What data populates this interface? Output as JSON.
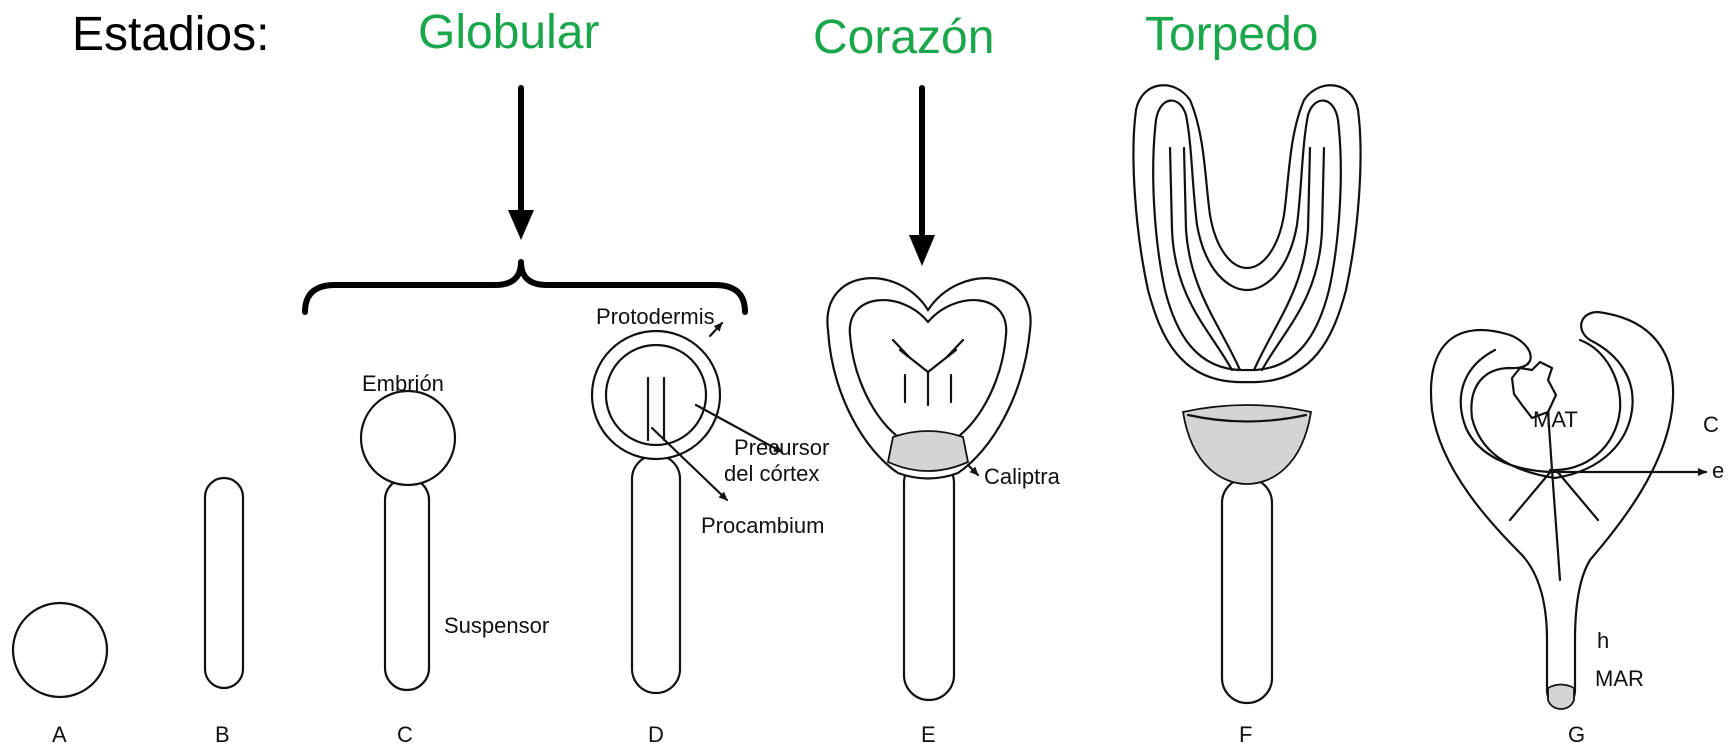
{
  "header": {
    "prefix": "Estadios:",
    "stages": [
      "Globular",
      "Corazón",
      "Torpedo"
    ]
  },
  "colors": {
    "stage_title": "#1aa64a",
    "ink": "#111111",
    "shading": "#d4d4d4"
  },
  "panels": [
    "A",
    "B",
    "C",
    "D",
    "E",
    "F",
    "G"
  ],
  "labels": {
    "embrion": "Embrión",
    "suspensor": "Suspensor",
    "protodermis": "Protodermis",
    "precursor_line1": "Precursor",
    "precursor_line2": "del córtex",
    "procambium": "Procambium",
    "caliptra": "Caliptra",
    "c": "C",
    "mat": "MAT",
    "e": "e",
    "h": "h",
    "mar": "MAR"
  }
}
